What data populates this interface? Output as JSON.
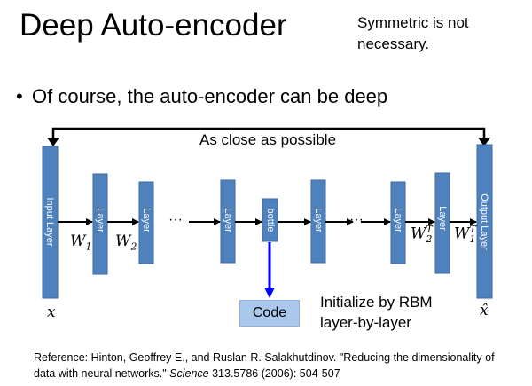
{
  "title": "Deep Auto-encoder",
  "note": {
    "line1": "Symmetric is not",
    "line2": "necessary."
  },
  "bullet": {
    "text": "Of course, the auto-encoder can be deep"
  },
  "diagram": {
    "close_label": "As close as possible",
    "layers": {
      "input": "Input Layer",
      "layer": "Layer",
      "bottle": "bottle",
      "output": "Output Layer"
    },
    "ellipsis": "···",
    "input_symbol": "x",
    "output_symbol": "x̂",
    "weights": {
      "w1": {
        "base": "W",
        "sub": "1"
      },
      "w2": {
        "base": "W",
        "sub": "2"
      },
      "w2t": {
        "base": "W",
        "sub": "2",
        "sup": "T"
      },
      "w1t": {
        "base": "W",
        "sub": "1",
        "sup": "T"
      }
    },
    "code_label": "Code",
    "init_line1": "Initialize by RBM",
    "init_line2": "layer-by-layer"
  },
  "reference": {
    "part1": "Reference: Hinton, Geoffrey E., and Ruslan R. Salakhutdinov. \"Reducing the dimensionality of data with neural networks.\" ",
    "journal": "Science",
    "part2": " 313.5786 (2006): 504-507"
  },
  "colors": {
    "layer_fill": "#4f81bd",
    "layer_stroke": "#3a6aa3",
    "code_arrow": "#0000ff",
    "code_box": "#a9c8ec"
  }
}
